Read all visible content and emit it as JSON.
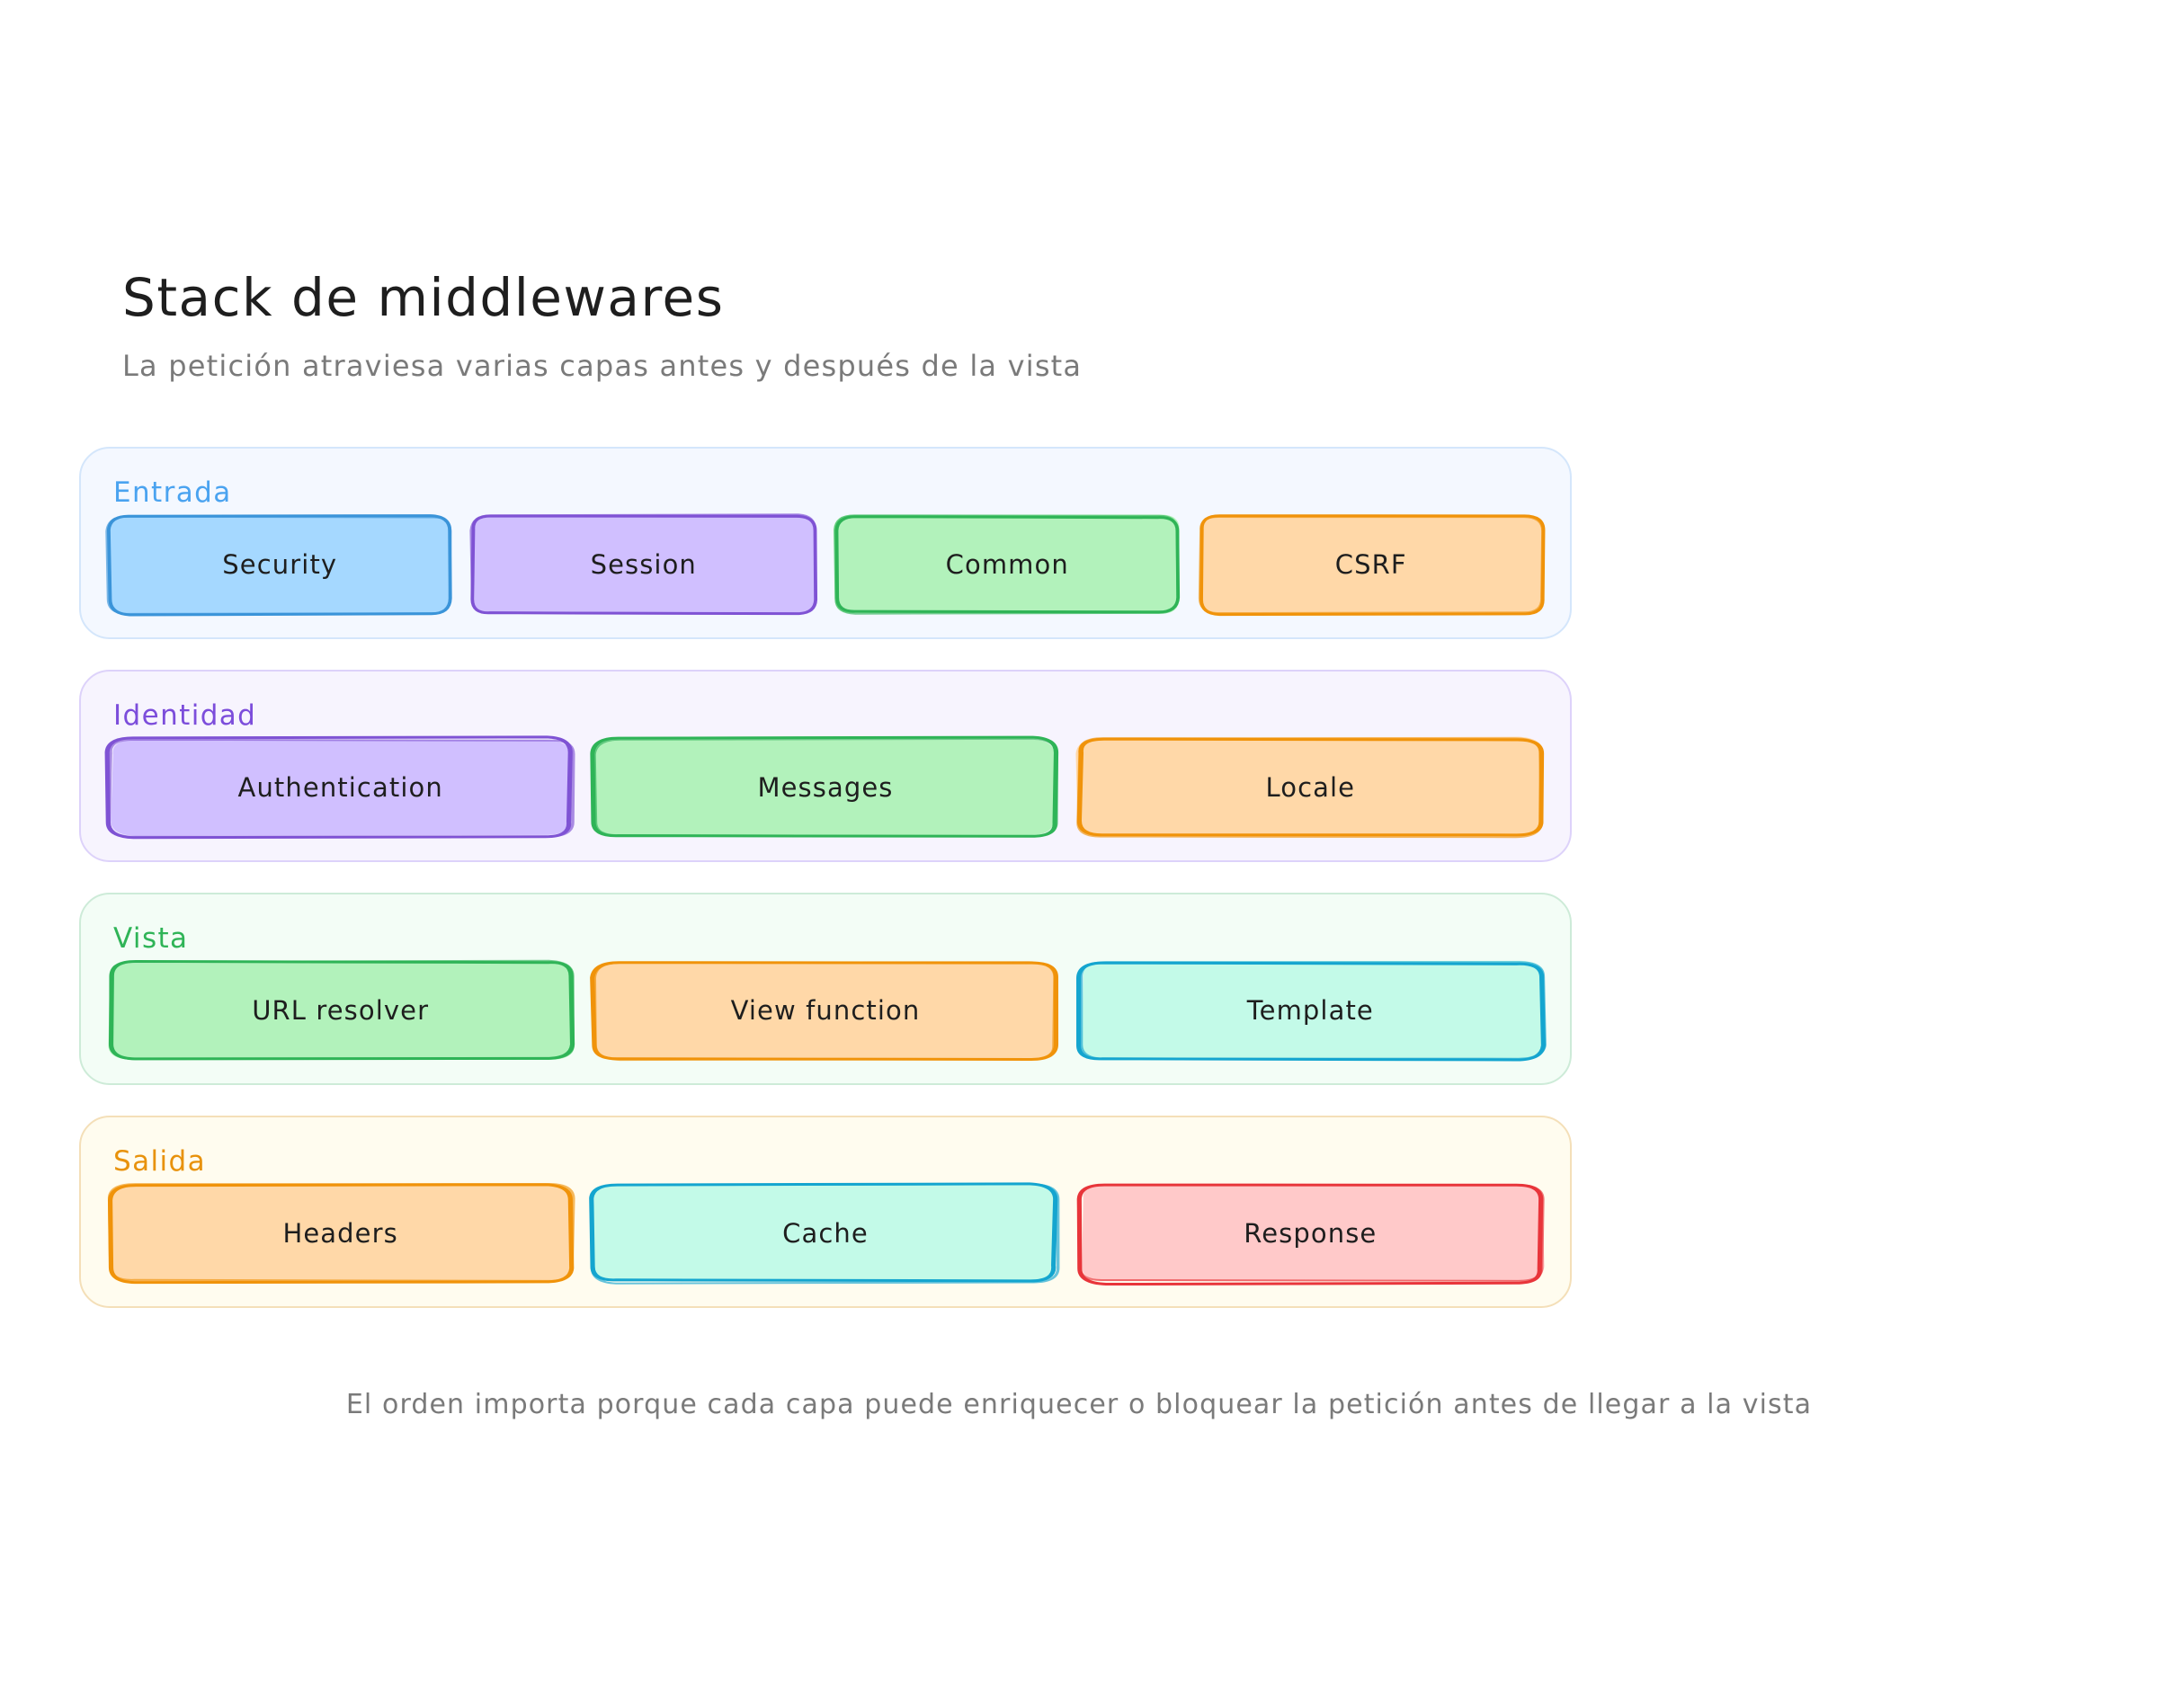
{
  "header": {
    "title": "Stack de middlewares",
    "subtitle": "La petición atraviesa varias capas antes y después de la vista"
  },
  "footer": {
    "note": "El orden importa porque cada capa puede enriquecer o bloquear la petición antes de llegar a la vista"
  },
  "groups": [
    {
      "label": "Entrada",
      "label_color": "#4aa3f0",
      "panel_bg": "#f4f8ff",
      "panel_border": "#d4e6fb",
      "nodes": [
        {
          "label": "Security",
          "fill": "#a5d8ff",
          "stroke": "#3b94d9"
        },
        {
          "label": "Session",
          "fill": "#d0bfff",
          "stroke": "#7f53d4"
        },
        {
          "label": "Common",
          "fill": "#b2f2bb",
          "stroke": "#2fb457"
        },
        {
          "label": "CSRF",
          "fill": "#ffd8a8",
          "stroke": "#f0930a"
        }
      ]
    },
    {
      "label": "Identidad",
      "label_color": "#7c4ddb",
      "panel_bg": "#f7f4fe",
      "panel_border": "#ddd2fa",
      "nodes": [
        {
          "label": "Authentication",
          "fill": "#d0bfff",
          "stroke": "#7f53d4"
        },
        {
          "label": "Messages",
          "fill": "#b2f2bb",
          "stroke": "#2fb457"
        },
        {
          "label": "Locale",
          "fill": "#ffd8a8",
          "stroke": "#f0930a"
        }
      ]
    },
    {
      "label": "Vista",
      "label_color": "#2fb457",
      "panel_bg": "#f3fdf6",
      "panel_border": "#cdebd8",
      "nodes": [
        {
          "label": "URL resolver",
          "fill": "#b2f2bb",
          "stroke": "#2fb457"
        },
        {
          "label": "View function",
          "fill": "#ffd8a8",
          "stroke": "#f0930a"
        },
        {
          "label": "Template",
          "fill": "#c3fae8",
          "stroke": "#14a5cf"
        }
      ]
    },
    {
      "label": "Salida",
      "label_color": "#e8920c",
      "panel_bg": "#fffcef",
      "panel_border": "#f4dfb8",
      "nodes": [
        {
          "label": "Headers",
          "fill": "#ffd8a8",
          "stroke": "#f0930a"
        },
        {
          "label": "Cache",
          "fill": "#c3fae8",
          "stroke": "#14a5cf"
        },
        {
          "label": "Response",
          "fill": "#ffc9c9",
          "stroke": "#e8353b"
        }
      ]
    }
  ]
}
